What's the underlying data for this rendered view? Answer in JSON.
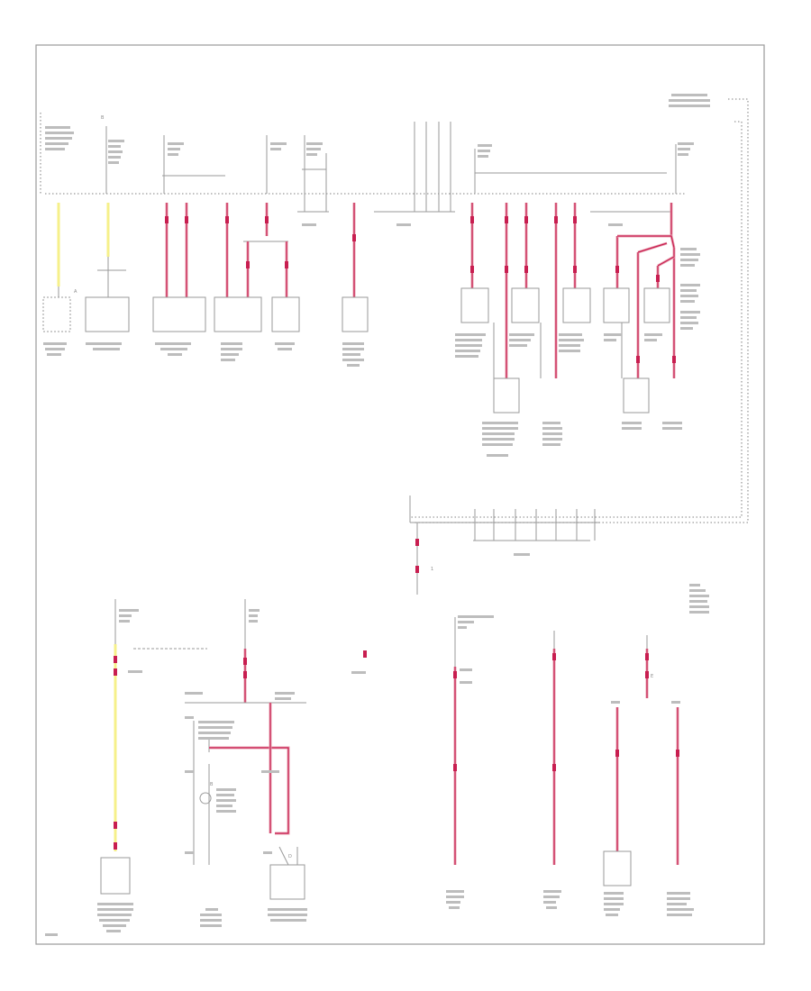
{
  "diagram": {
    "connector_labels": {
      "left_top": "B",
      "left_side": "A",
      "left_bottom": "B",
      "mid_bottom": "D",
      "right_bottom": "E",
      "splice": "1"
    }
  }
}
